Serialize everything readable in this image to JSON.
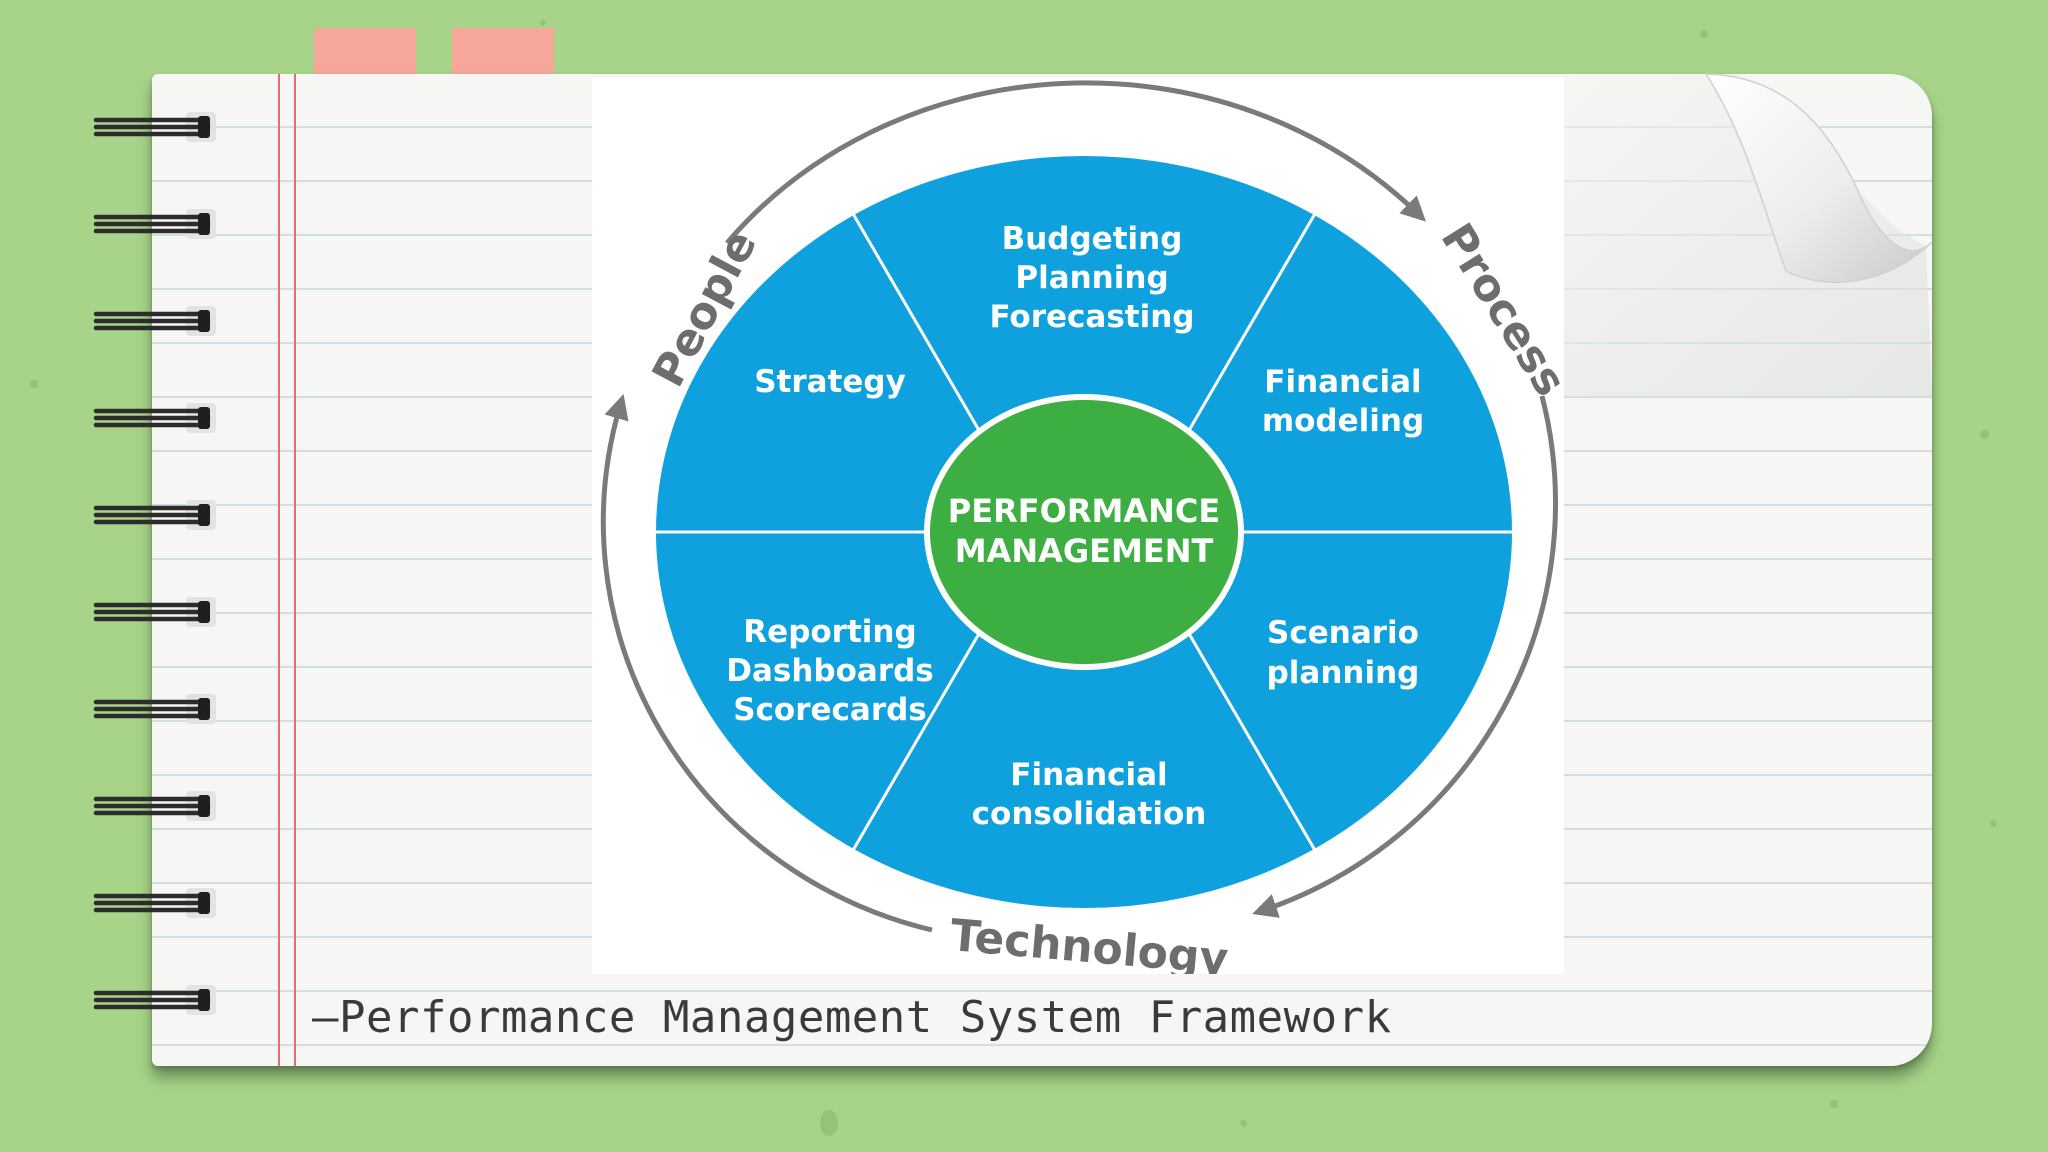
{
  "caption": "–Performance Management System Framework",
  "diagram": {
    "center": [
      "PERFORMANCE",
      "MANAGEMENT"
    ],
    "segments": {
      "top": [
        "Budgeting",
        "Planning",
        "Forecasting"
      ],
      "top_right": [
        "Financial",
        "modeling"
      ],
      "bottom_right": [
        "Scenario",
        "planning"
      ],
      "bottom": [
        "Financial",
        "consolidation"
      ],
      "bottom_left": [
        "Reporting",
        "Dashboards",
        "Scorecards"
      ],
      "top_left": [
        "Strategy"
      ]
    },
    "cycle": {
      "people": "People",
      "process": "Process",
      "technology": "Technology"
    }
  },
  "colors": {
    "background": "#a8d48a",
    "segment": "#0ea1dd",
    "center": "#3cae42",
    "cycle": "#7a7a7a",
    "tab": "#f7a79a",
    "margin_line": "#e46e6e"
  },
  "decor": {
    "tab_count": 2,
    "spiral_ring_count": 10,
    "page_curl": "top-right"
  }
}
